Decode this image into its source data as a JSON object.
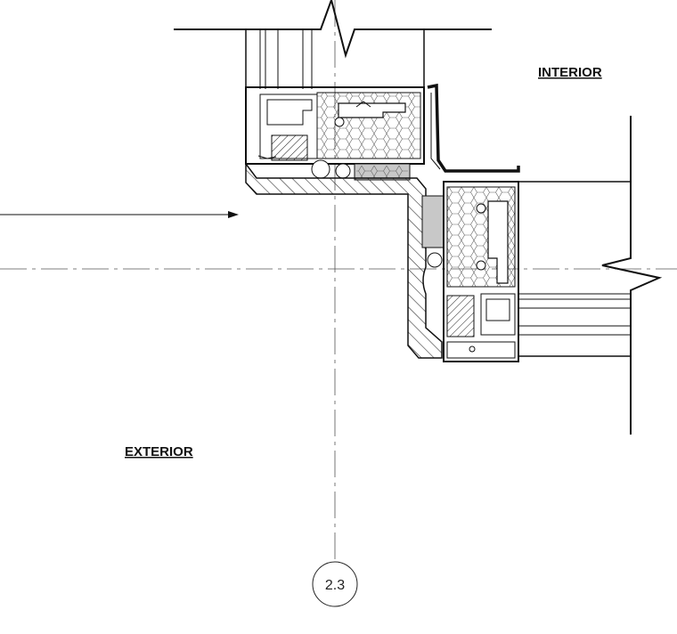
{
  "labels": {
    "interior": "INTERIOR",
    "exterior": "EXTERIOR"
  },
  "grid_bubble": {
    "text": "2.3"
  },
  "colors": {
    "ink": "#111111",
    "hatch": "#333333",
    "insulation": "#c8c8c8",
    "centerline": "#555555"
  }
}
